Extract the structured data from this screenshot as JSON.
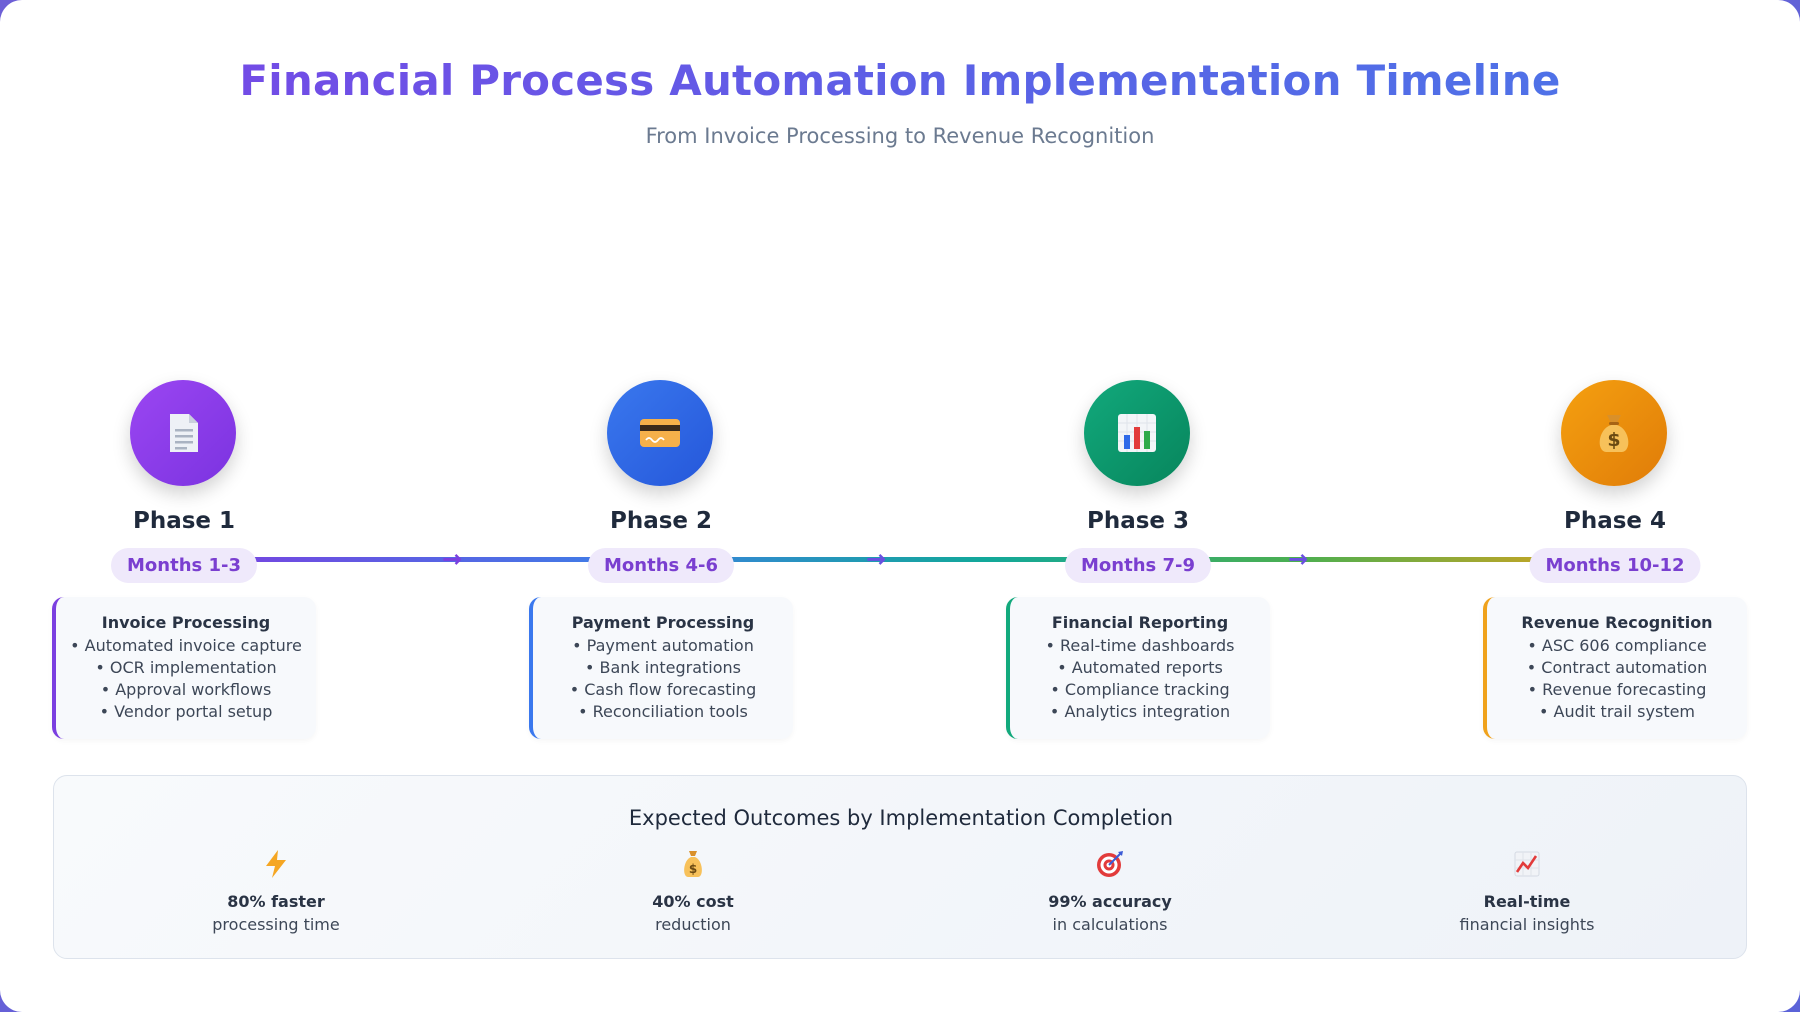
{
  "header": {
    "title": "Financial Process Automation Implementation Timeline",
    "subtitle": "From Invoice Processing to Revenue Recognition"
  },
  "colors": {
    "phase1": "#8b3ff0",
    "phase2": "#2f6ae8",
    "phase3": "#0f9f72",
    "phase4": "#ef8c0c"
  },
  "phases": [
    {
      "label": "Phase 1",
      "months": "Months 1-3",
      "icon": "document-icon",
      "title": "Invoice Processing",
      "items": [
        "• Automated invoice capture",
        "• OCR implementation",
        "• Approval workflows",
        "• Vendor portal setup"
      ]
    },
    {
      "label": "Phase 2",
      "months": "Months 4-6",
      "icon": "credit-card-icon",
      "title": "Payment Processing",
      "items": [
        "• Payment automation",
        "• Bank integrations",
        "• Cash flow forecasting",
        "• Reconciliation tools"
      ]
    },
    {
      "label": "Phase 3",
      "months": "Months 7-9",
      "icon": "bar-chart-icon",
      "title": "Financial Reporting",
      "items": [
        "• Real-time dashboards",
        "• Automated reports",
        "• Compliance tracking",
        "• Analytics integration"
      ]
    },
    {
      "label": "Phase 4",
      "months": "Months 10-12",
      "icon": "money-bag-icon",
      "title": "Revenue Recognition",
      "items": [
        "• ASC 606 compliance",
        "• Contract automation",
        "• Revenue forecasting",
        "• Audit trail system"
      ]
    }
  ],
  "outcomes": {
    "title": "Expected Outcomes by Implementation Completion",
    "items": [
      {
        "icon": "lightning-icon",
        "value": "80% faster",
        "desc": "processing time"
      },
      {
        "icon": "money-bag-icon",
        "value": "40% cost",
        "desc": "reduction"
      },
      {
        "icon": "target-icon",
        "value": "99% accuracy",
        "desc": "in calculations"
      },
      {
        "icon": "trend-chart-icon",
        "value": "Real-time",
        "desc": "financial insights"
      }
    ]
  }
}
